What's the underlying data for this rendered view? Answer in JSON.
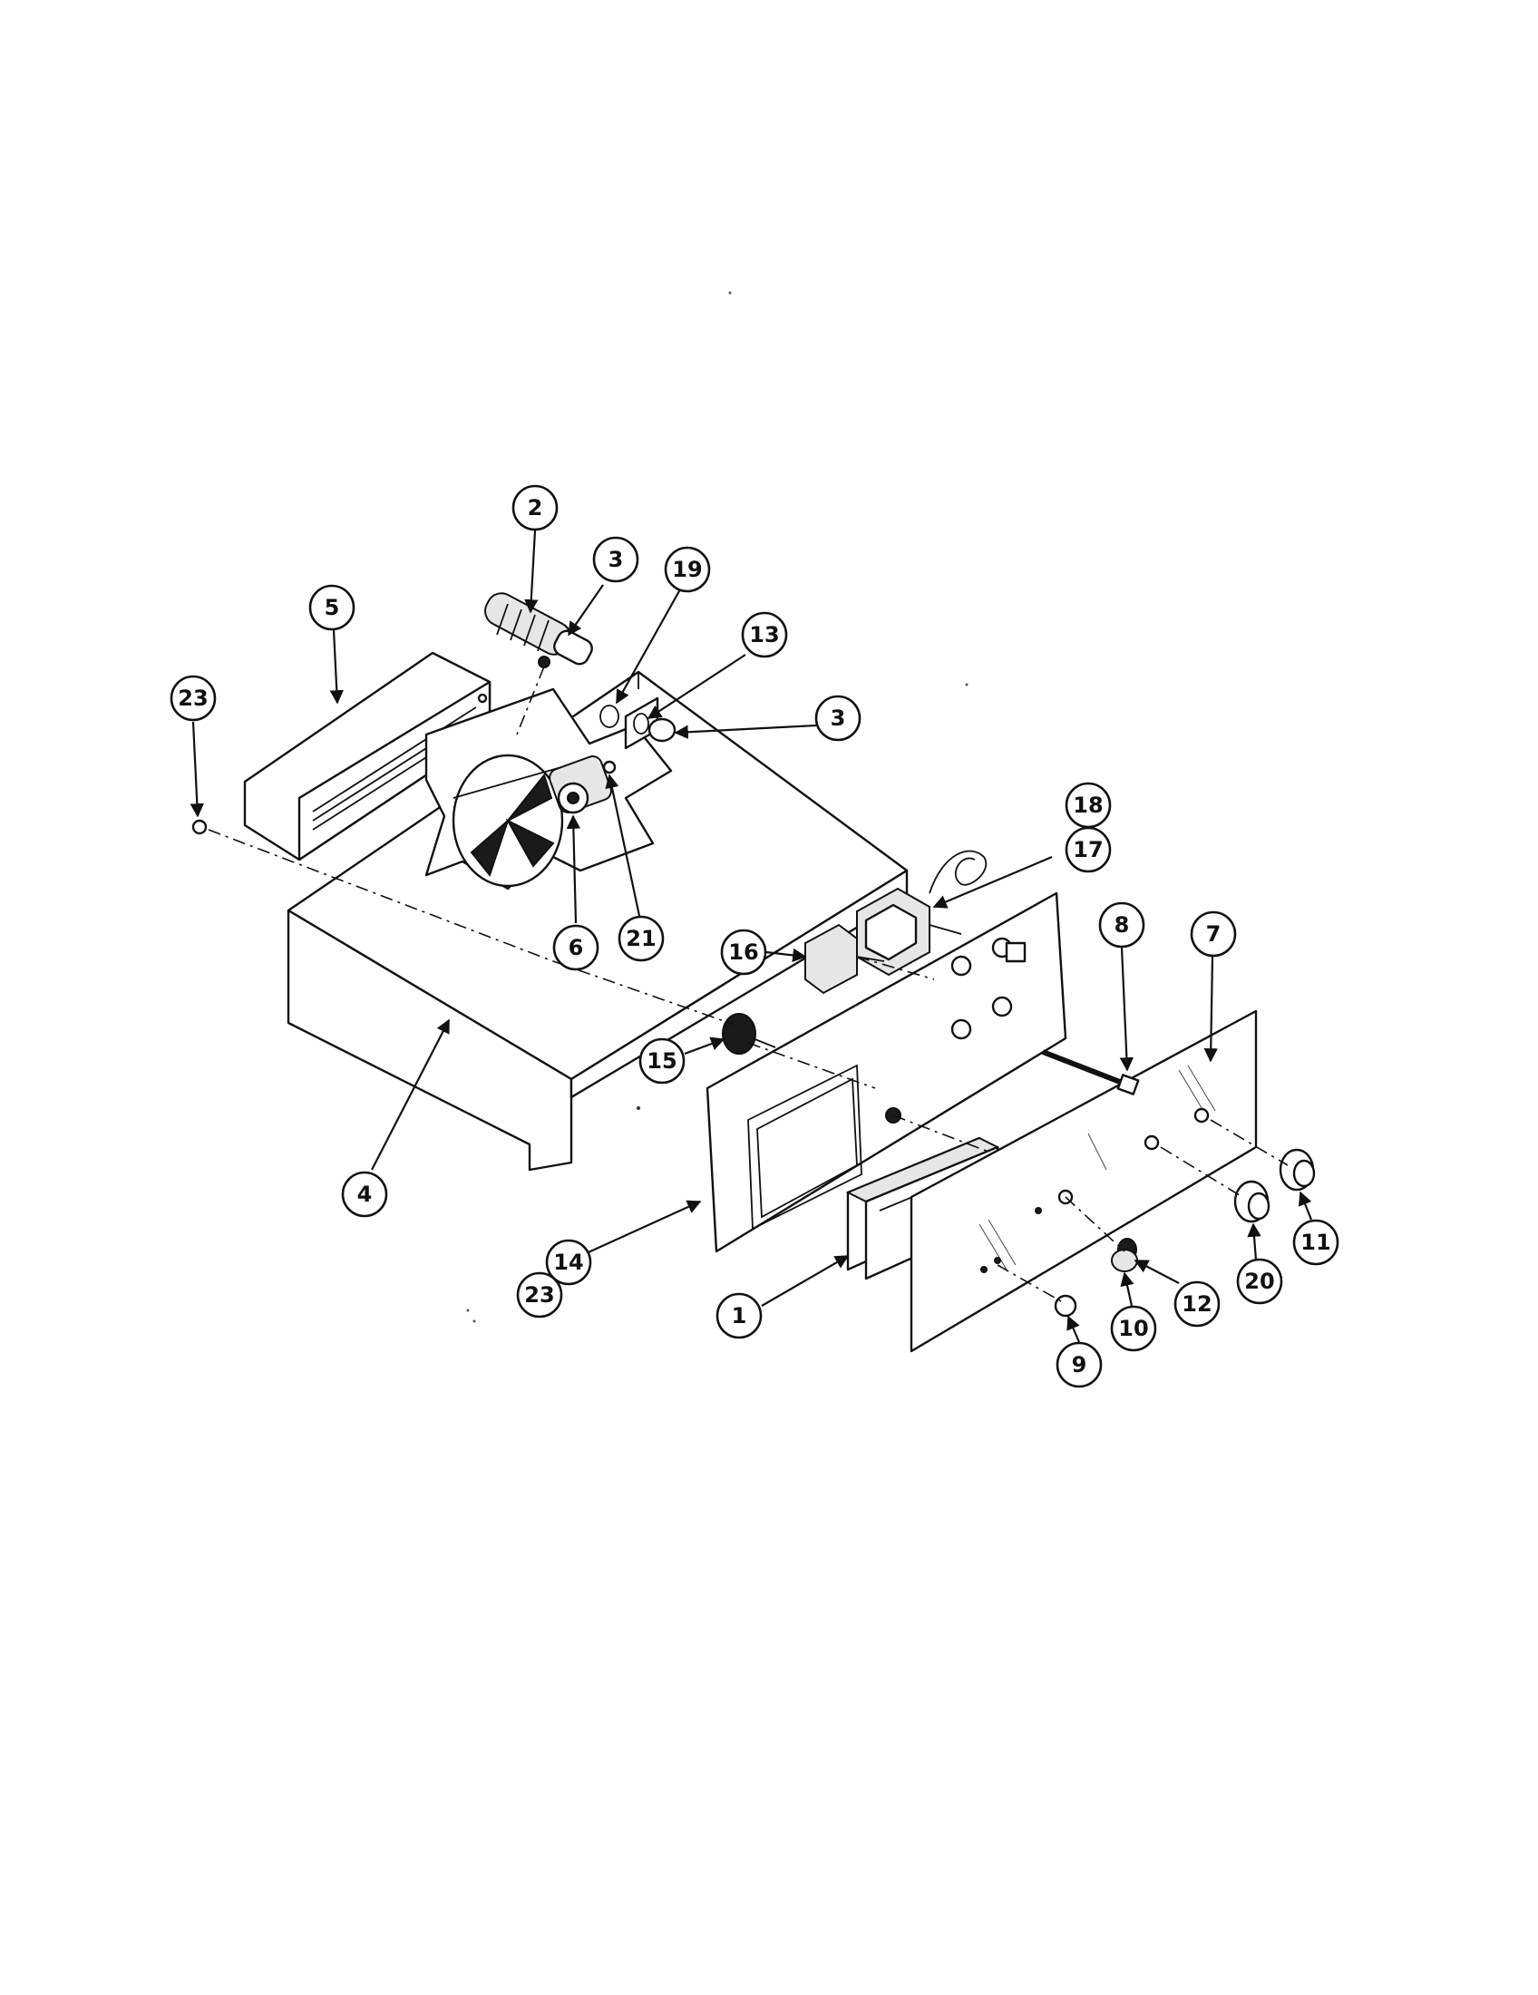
{
  "diagram": {
    "callouts": [
      {
        "id": "c2",
        "label": "2"
      },
      {
        "id": "c3a",
        "label": "3"
      },
      {
        "id": "c5",
        "label": "5"
      },
      {
        "id": "c19",
        "label": "19"
      },
      {
        "id": "c13",
        "label": "13"
      },
      {
        "id": "c3b",
        "label": "3"
      },
      {
        "id": "c23a",
        "label": "23"
      },
      {
        "id": "c18",
        "label": "18"
      },
      {
        "id": "c17",
        "label": "17"
      },
      {
        "id": "c21",
        "label": "21"
      },
      {
        "id": "c6",
        "label": "6"
      },
      {
        "id": "c16",
        "label": "16"
      },
      {
        "id": "c8",
        "label": "8"
      },
      {
        "id": "c7",
        "label": "7"
      },
      {
        "id": "c15",
        "label": "15"
      },
      {
        "id": "c4",
        "label": "4"
      },
      {
        "id": "c14",
        "label": "14"
      },
      {
        "id": "c23b",
        "label": "23"
      },
      {
        "id": "c1",
        "label": "1"
      },
      {
        "id": "c11",
        "label": "11"
      },
      {
        "id": "c20",
        "label": "20"
      },
      {
        "id": "c12",
        "label": "12"
      },
      {
        "id": "c10",
        "label": "10"
      },
      {
        "id": "c9",
        "label": "9"
      }
    ]
  }
}
